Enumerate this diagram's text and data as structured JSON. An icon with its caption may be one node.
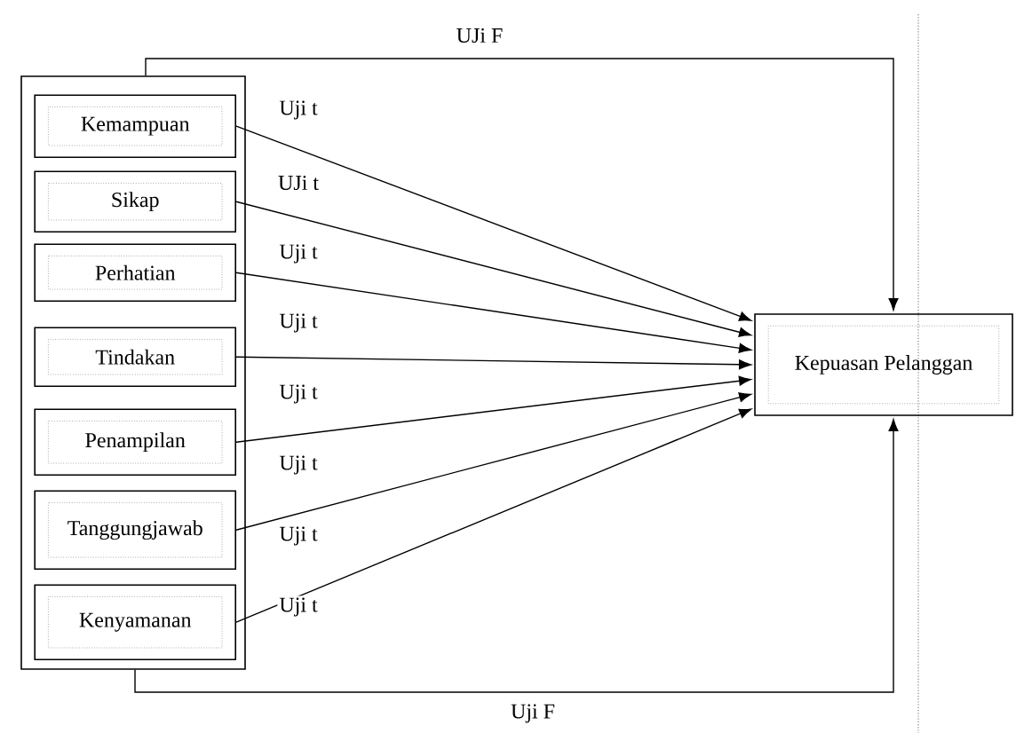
{
  "diagram": {
    "nodes": [
      {
        "text": [],
        "shape": "box"
      },
      {
        "text": [
          "Kemampuan"
        ],
        "in": 0
      },
      {
        "text": [
          "Sikap"
        ],
        "in": 0
      },
      {
        "text": [
          "Perhatian"
        ],
        "in": 0
      },
      {
        "text": [
          "Tindakan"
        ],
        "in": 0
      },
      {
        "text": [
          "Penampilan"
        ],
        "in": 0
      },
      {
        "text": [
          "Tanggungjawab"
        ],
        "in": 0
      },
      {
        "text": [
          "Kenyamanan"
        ],
        "in": 0
      },
      {
        "text": [
          "Kepuasan Pelanggan"
        ]
      }
    ],
    "edges": [
      {
        "from": 1,
        "to": 8,
        "arrow": "to",
        "label": "Uji t"
      },
      {
        "from": 2,
        "to": 8,
        "arrow": "to",
        "label": "UJi t"
      },
      {
        "from": 3,
        "to": 8,
        "arrow": "to",
        "label": "Uji t"
      },
      {
        "from": 4,
        "to": 8,
        "arrow": "to",
        "label": "Uji t"
      },
      {
        "from": 5,
        "to": 8,
        "arrow": "to",
        "label": "Uji t"
      },
      {
        "from": 6,
        "to": 8,
        "arrow": "to",
        "label": "Uji t"
      },
      {
        "from": 7,
        "to": 8,
        "arrow": "to",
        "label": "Uji t"
      },
      {
        "from": 0,
        "to": 8,
        "arrow": "to",
        "label": "UJi F"
      },
      {
        "from": 0,
        "to": 8,
        "arrow": "to",
        "label": "Uji F"
      }
    ],
    "labels": [
      "Uji t"
    ]
  }
}
